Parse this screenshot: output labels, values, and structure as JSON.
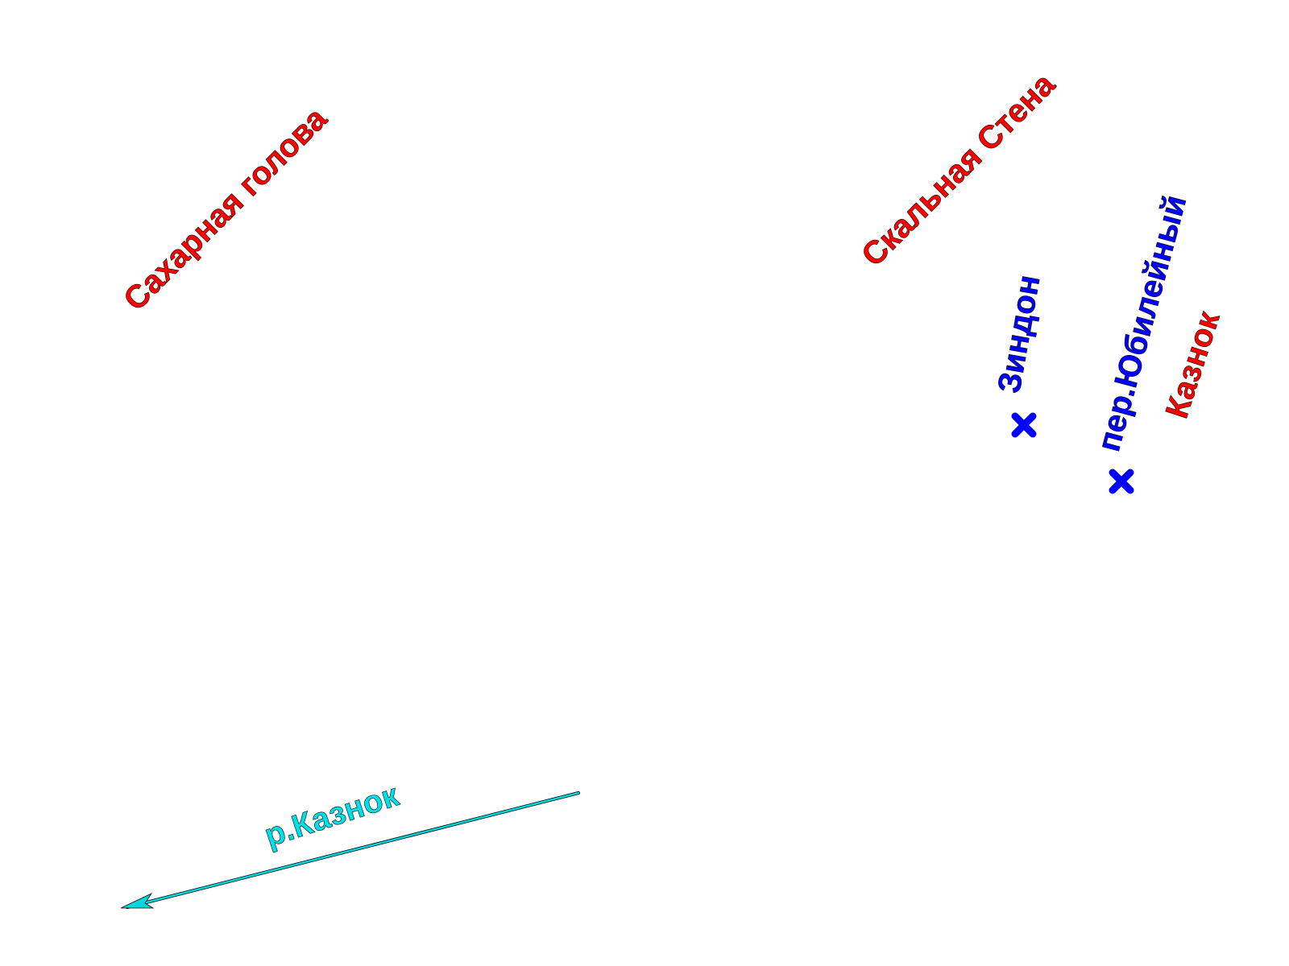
{
  "map": {
    "background": "#ffffff",
    "peaks": [
      {
        "name": "Сахарная голова",
        "color": "#ff0000"
      },
      {
        "name": "Скальная Стена",
        "color": "#ff0000"
      },
      {
        "name": "Казнок",
        "color": "#ff0000"
      }
    ],
    "passes": [
      {
        "name": "Зиндон",
        "color": "#0000ff",
        "marker": "x-cross-marker"
      },
      {
        "name": "пер.Юбилейный",
        "color": "#0000ff",
        "marker": "x-cross-marker"
      }
    ],
    "river": {
      "name": "р.Казнок",
      "color": "#00d8e0",
      "direction_marker": "arrow-icon"
    }
  }
}
